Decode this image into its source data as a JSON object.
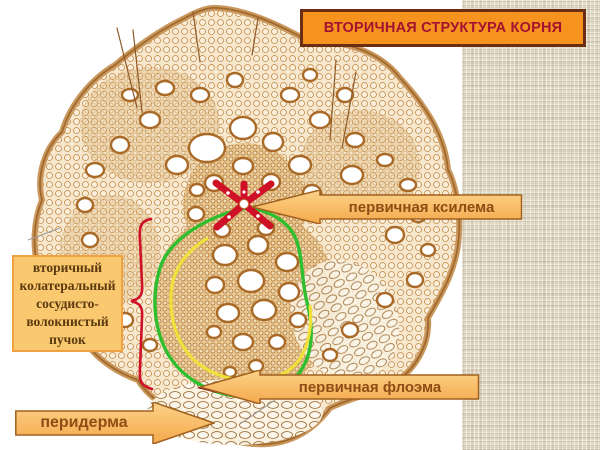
{
  "slide": {
    "title": "ВТОРИЧНАЯ СТРУКТУРА КОРНЯ"
  },
  "callouts": {
    "xylem": "первичная ксилема",
    "phloem": "первичная флоэма",
    "periderm": "перидерма",
    "bundle_lines": [
      "вторичный",
      "колатеральный",
      "сосудисто-",
      "волокнистый",
      "пучок"
    ]
  },
  "annotation_colors": {
    "bundle_outline_green": "#2EBE2E",
    "phloem_outline_yellow": "#EFE13A",
    "xylem_marker_red": "#CE1126",
    "bundle_brace_red": "#CE1126"
  },
  "theme": {
    "title_fill": "#F6931E",
    "title_border": "#6B2E12",
    "title_text": "#A31230",
    "callout_fill_top": "#FBD289",
    "callout_fill_bottom": "#F5A94C",
    "callout_border": "#A1611F",
    "callout_text": "#8F4D15",
    "stripe_color": "#E1D9C5",
    "drawing_ink": "#A96A28"
  }
}
